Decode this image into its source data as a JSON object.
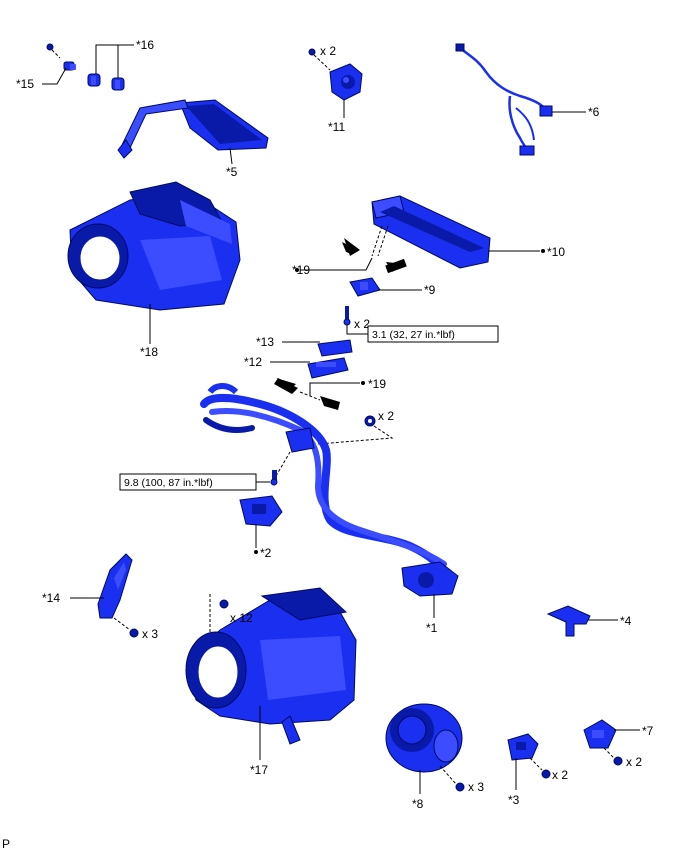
{
  "callouts": {
    "c1": "*1",
    "c2": "*2",
    "c3": "*3",
    "c4": "*4",
    "c5": "*5",
    "c6": "*6",
    "c7": "*7",
    "c8": "*8",
    "c9": "*9",
    "c10": "*10",
    "c11": "*11",
    "c12": "*12",
    "c13": "*13",
    "c14": "*14",
    "c15": "*15",
    "c16": "*16",
    "c17": "*17",
    "c18": "*18",
    "c19a": "*19",
    "c19b": "*19"
  },
  "quantities": {
    "q11": "x 2",
    "q9": "x 2",
    "q1": "x 2",
    "q17": "x 12",
    "q14": "x 3",
    "q8": "x 3",
    "q3": "x 2",
    "q7": "x 2"
  },
  "torque": {
    "t9": "3.1 (32, 27 in.*lbf)",
    "t1": "9.8 (100, 87 in.*lbf)"
  },
  "footer": {
    "mark": "P"
  },
  "colors": {
    "part_light": "#3b4dff",
    "part_mid": "#1a2ff0",
    "part_dark": "#0a1aa8"
  }
}
